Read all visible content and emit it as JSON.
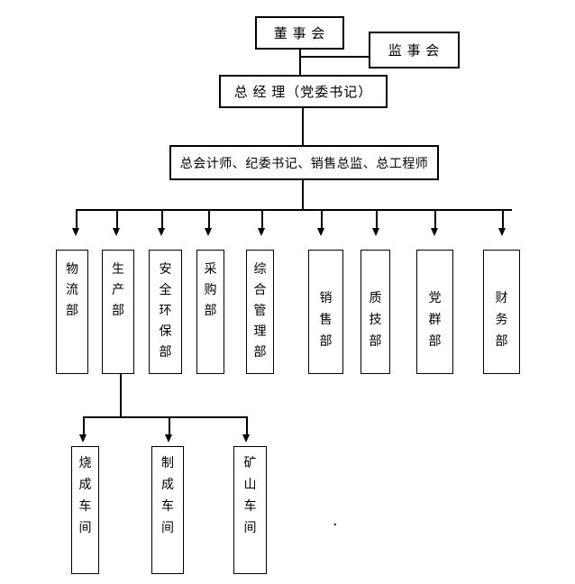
{
  "chart": {
    "board": {
      "label": "董 事 会"
    },
    "supervisory": {
      "label": "监 事 会"
    },
    "general_manager": {
      "label": "总 经 理（党委书记）"
    },
    "chiefs": {
      "label": "总会计师、纪委书记、销售总监、总工程师"
    },
    "departments": [
      {
        "label": "物流部"
      },
      {
        "label": "生产部"
      },
      {
        "label": "安全环保部"
      },
      {
        "label": "采购部"
      },
      {
        "label": "综合管理部"
      },
      {
        "label": "销售部"
      },
      {
        "label": "质技部"
      },
      {
        "label": "党群部"
      },
      {
        "label": "财务部"
      }
    ],
    "workshops": [
      {
        "label": "烧成车间"
      },
      {
        "label": "制成车间"
      },
      {
        "label": "矿山车间"
      }
    ],
    "stray_dot": "."
  },
  "colors": {
    "line": "#000000",
    "background": "#ffffff"
  }
}
